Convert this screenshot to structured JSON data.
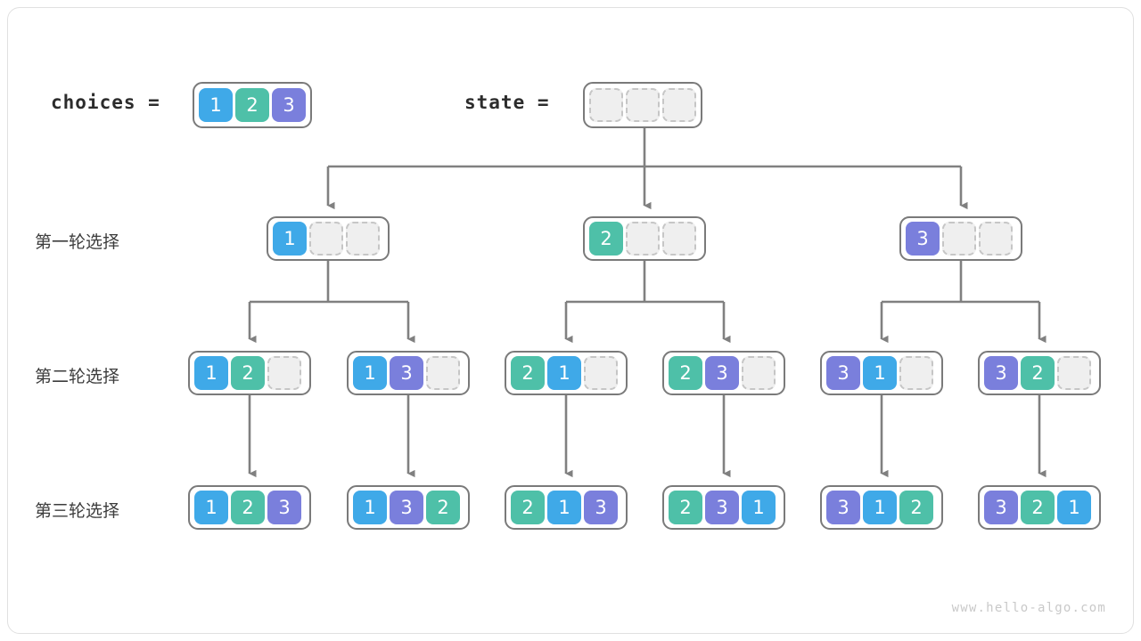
{
  "page": {
    "watermark": "www.hello-algo.com",
    "colors": {
      "value_1": "#3fa9e8",
      "value_2": "#4ec0a8",
      "value_3": "#7a7fdc",
      "empty_cell": "#efefef",
      "border": "#7a7a7a",
      "edge": "#808080"
    }
  },
  "header": {
    "choices_label": "choices  =",
    "choices_values": [
      "1",
      "2",
      "3"
    ],
    "state_label": "state  =",
    "state_values": [
      "",
      "",
      ""
    ]
  },
  "rows": [
    {
      "label": "第一轮选择"
    },
    {
      "label": "第二轮选择"
    },
    {
      "label": "第三轮选择"
    }
  ],
  "tree": {
    "level1": [
      {
        "cells": [
          "1",
          "",
          ""
        ]
      },
      {
        "cells": [
          "2",
          "",
          ""
        ]
      },
      {
        "cells": [
          "3",
          "",
          ""
        ]
      }
    ],
    "level2": [
      {
        "cells": [
          "1",
          "2",
          ""
        ]
      },
      {
        "cells": [
          "1",
          "3",
          ""
        ]
      },
      {
        "cells": [
          "2",
          "1",
          ""
        ]
      },
      {
        "cells": [
          "2",
          "3",
          ""
        ]
      },
      {
        "cells": [
          "3",
          "1",
          ""
        ]
      },
      {
        "cells": [
          "3",
          "2",
          ""
        ]
      }
    ],
    "level3": [
      {
        "cells": [
          "1",
          "2",
          "3"
        ]
      },
      {
        "cells": [
          "1",
          "3",
          "2"
        ]
      },
      {
        "cells": [
          "2",
          "1",
          "3"
        ]
      },
      {
        "cells": [
          "2",
          "3",
          "1"
        ]
      },
      {
        "cells": [
          "3",
          "1",
          "2"
        ]
      },
      {
        "cells": [
          "3",
          "2",
          "1"
        ]
      }
    ]
  }
}
